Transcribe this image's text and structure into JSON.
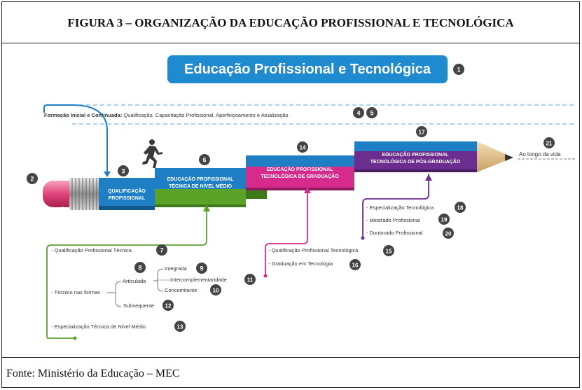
{
  "figure_title": "FIGURA 3 – ORGANIZAÇÃO DA EDUCAÇÃO PROFISSIONAL E TECNOLÓGICA",
  "source": "Fonte: Ministério da Educação – MEC",
  "diagram": {
    "main_title": "Educação Profissional e Tecnológica",
    "formacao_label": "Formação Inicial e Continuada:",
    "formacao_text": " Qualificação, Capacitação Profissional, Aperfeiçoamento e Atualização",
    "qualificacao_l1": "QUALIFICAÇÃO",
    "qualificacao_l2": "PROFISSIONAL",
    "tecnica_l1": "EDUCAÇÃO PROFISSIONAL",
    "tecnica_l2": "TÉCNICA DE NÍVEL MÉDIO",
    "graduacao_l1": "EDUCAÇÃO PROFISSIONAL",
    "graduacao_l2": "TECNOLÓGICA DE GRADUAÇÃO",
    "posgrad_l1": "EDUCAÇÃO PROFISSIONAL",
    "posgrad_l2": "TECNOLÓGICA DE PÓS-GRADUAÇÃO",
    "ao_longo": "Ao longo da vida",
    "tec_items": {
      "qualificacao_tecnica": "- Qualificação Profissional Técnica",
      "articulada": "Articulada",
      "integrada": "Integrada",
      "intercomplementaridade": "Intercomplementaridade",
      "concomitante": "Concomitante",
      "tecnico_formas": "- Técnico nas formas",
      "subsequente": "Subsequente",
      "especializacao_tecnica": "- Especialização Técnica de Nível Médio"
    },
    "grad_items": {
      "qualificacao_tecnologica": "- Qualificação Profissional Tecnológica",
      "graduacao_tecnologia": "- Graduação em Tecnologia"
    },
    "pos_items": {
      "especializacao_tecnologica": "- Especialização Tecnológica",
      "mestrado": "- Mestrado Profissional",
      "doutorado": "- Doutorado Profissional"
    },
    "badges": {
      "b1": "1",
      "b2": "2",
      "b3": "3",
      "b4": "4",
      "b5": "5",
      "b6": "6",
      "b7": "7",
      "b8": "8",
      "b9": "9",
      "b10": "10",
      "b11": "11",
      "b12": "12",
      "b13": "13",
      "b14": "14",
      "b15": "15",
      "b16": "16",
      "b17": "17",
      "b18": "18",
      "b19": "19",
      "b20": "20",
      "b21": "21"
    }
  },
  "colors": {
    "blue": "#1e7fc4",
    "green": "#5aa328",
    "magenta": "#d62a8c",
    "purple": "#6b2d8e",
    "pink": "#e0457b",
    "badge": "#444444"
  }
}
